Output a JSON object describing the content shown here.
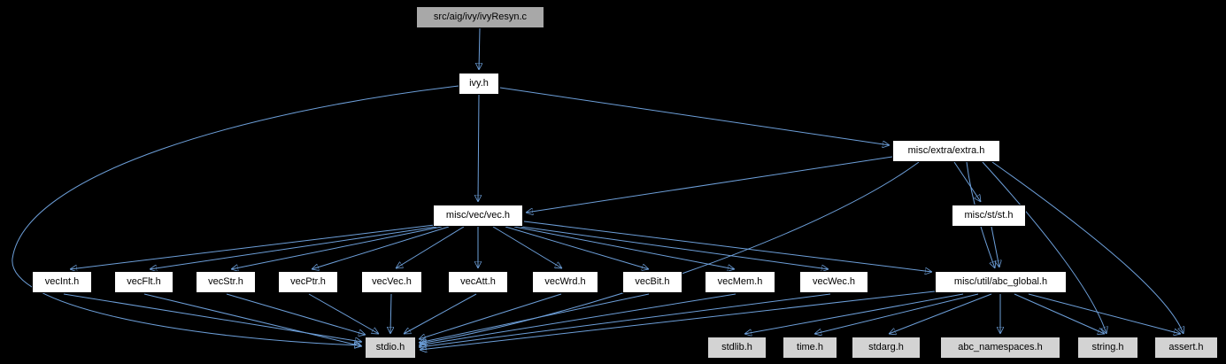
{
  "graph": {
    "type": "include-dependency-graph",
    "colors": {
      "background": "#000000",
      "edge": "#6d9fd9",
      "node_fill": "#ffffff",
      "root_fill": "#a8a8a8",
      "system_fill": "#d3d3d3",
      "node_border": "#000000",
      "node_text": "#000000"
    },
    "nodes": [
      {
        "id": "root",
        "label": "src/aig/ivy/ivyResyn.c",
        "kind": "root"
      },
      {
        "id": "ivy",
        "label": "ivy.h",
        "kind": "internal"
      },
      {
        "id": "extra",
        "label": "misc/extra/extra.h",
        "kind": "internal"
      },
      {
        "id": "vec",
        "label": "misc/vec/vec.h",
        "kind": "internal"
      },
      {
        "id": "st",
        "label": "misc/st/st.h",
        "kind": "internal"
      },
      {
        "id": "vecint",
        "label": "vecInt.h",
        "kind": "internal"
      },
      {
        "id": "vecflt",
        "label": "vecFlt.h",
        "kind": "internal"
      },
      {
        "id": "vecstr",
        "label": "vecStr.h",
        "kind": "internal"
      },
      {
        "id": "vecptr",
        "label": "vecPtr.h",
        "kind": "internal"
      },
      {
        "id": "vecvec",
        "label": "vecVec.h",
        "kind": "internal"
      },
      {
        "id": "vecatt",
        "label": "vecAtt.h",
        "kind": "internal"
      },
      {
        "id": "vecwrd",
        "label": "vecWrd.h",
        "kind": "internal"
      },
      {
        "id": "vecbit",
        "label": "vecBit.h",
        "kind": "internal"
      },
      {
        "id": "vecmem",
        "label": "vecMem.h",
        "kind": "internal"
      },
      {
        "id": "vecwec",
        "label": "vecWec.h",
        "kind": "internal"
      },
      {
        "id": "abcglobal",
        "label": "misc/util/abc_global.h",
        "kind": "internal"
      },
      {
        "id": "stdio",
        "label": "stdio.h",
        "kind": "system"
      },
      {
        "id": "stdlib",
        "label": "stdlib.h",
        "kind": "system"
      },
      {
        "id": "time",
        "label": "time.h",
        "kind": "system"
      },
      {
        "id": "stdarg",
        "label": "stdarg.h",
        "kind": "system"
      },
      {
        "id": "abcns",
        "label": "abc_namespaces.h",
        "kind": "system"
      },
      {
        "id": "string",
        "label": "string.h",
        "kind": "system"
      },
      {
        "id": "assert",
        "label": "assert.h",
        "kind": "system"
      }
    ],
    "edges": [
      {
        "from": "root",
        "to": "ivy"
      },
      {
        "from": "ivy",
        "to": "vec"
      },
      {
        "from": "ivy",
        "to": "extra"
      },
      {
        "from": "ivy",
        "to": "stdio"
      },
      {
        "from": "extra",
        "to": "vec"
      },
      {
        "from": "extra",
        "to": "st"
      },
      {
        "from": "extra",
        "to": "abcglobal"
      },
      {
        "from": "extra",
        "to": "stdio"
      },
      {
        "from": "extra",
        "to": "string"
      },
      {
        "from": "extra",
        "to": "assert"
      },
      {
        "from": "st",
        "to": "abcglobal"
      },
      {
        "from": "vec",
        "to": "vecint"
      },
      {
        "from": "vec",
        "to": "vecflt"
      },
      {
        "from": "vec",
        "to": "vecstr"
      },
      {
        "from": "vec",
        "to": "vecptr"
      },
      {
        "from": "vec",
        "to": "vecvec"
      },
      {
        "from": "vec",
        "to": "vecatt"
      },
      {
        "from": "vec",
        "to": "vecwrd"
      },
      {
        "from": "vec",
        "to": "vecbit"
      },
      {
        "from": "vec",
        "to": "vecmem"
      },
      {
        "from": "vec",
        "to": "vecwec"
      },
      {
        "from": "vec",
        "to": "abcglobal"
      },
      {
        "from": "vecint",
        "to": "stdio"
      },
      {
        "from": "vecflt",
        "to": "stdio"
      },
      {
        "from": "vecstr",
        "to": "stdio"
      },
      {
        "from": "vecptr",
        "to": "stdio"
      },
      {
        "from": "vecvec",
        "to": "stdio"
      },
      {
        "from": "vecatt",
        "to": "stdio"
      },
      {
        "from": "vecwrd",
        "to": "stdio"
      },
      {
        "from": "vecbit",
        "to": "stdio"
      },
      {
        "from": "vecmem",
        "to": "stdio"
      },
      {
        "from": "vecwec",
        "to": "stdio"
      },
      {
        "from": "abcglobal",
        "to": "stdio"
      },
      {
        "from": "abcglobal",
        "to": "stdlib"
      },
      {
        "from": "abcglobal",
        "to": "time"
      },
      {
        "from": "abcglobal",
        "to": "stdarg"
      },
      {
        "from": "abcglobal",
        "to": "abcns"
      },
      {
        "from": "abcglobal",
        "to": "string"
      },
      {
        "from": "abcglobal",
        "to": "assert"
      }
    ]
  }
}
